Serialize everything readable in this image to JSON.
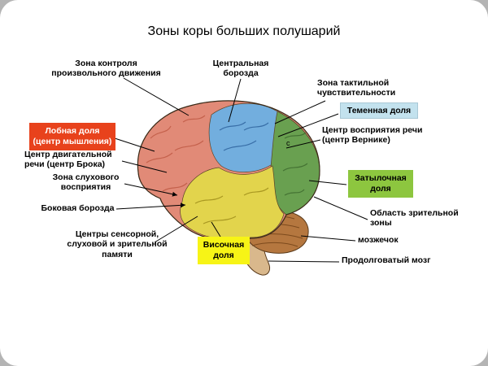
{
  "slide": {
    "title": "Зоны коры больших полушарий"
  },
  "labels": {
    "voluntary_movement": "Зона контроля\nпроизвольного движения",
    "central_sulcus": "Центральная\nборозда",
    "tactile_zone": "Зона тактильной\nчувствительности",
    "parietal_lobe": "Теменная доля",
    "frontal_lobe": "Лобная доля\n(центр мышления)",
    "wernicke": "Центр восприятия речи\n(центр Вернике)",
    "broca": "Центр двигательной\nречи (центр Брока)",
    "auditory_zone": "Зона слухового\nвосприятия",
    "occipital_lobe": "Затылочная\nдоля",
    "lateral_sulcus": "Боковая борозда",
    "visual_zone": "Область зрительной\nзоны",
    "memory_centers": "Центры сенсорной,\nслуховой и зрительной\nпамяти",
    "cerebellum": "мозжечок",
    "temporal_lobe": "Височная\nдоля",
    "medulla": "Продолговатый мозг",
    "marker_c": "с"
  },
  "colors": {
    "frontal_box_bg": "#e8421c",
    "frontal_box_text": "#ffffff",
    "parietal_box_bg": "#c3e2ee",
    "occipital_box_bg": "#8dc63f",
    "temporal_box_bg": "#f7f416",
    "frontal_lobe_fill": "#e18a77",
    "parietal_lobe_fill": "#72aede",
    "occipital_lobe_fill": "#69a050",
    "temporal_lobe_fill": "#e2d44c",
    "cerebellum_fill": "#b5773f",
    "brainstem_fill": "#d9b88c"
  }
}
